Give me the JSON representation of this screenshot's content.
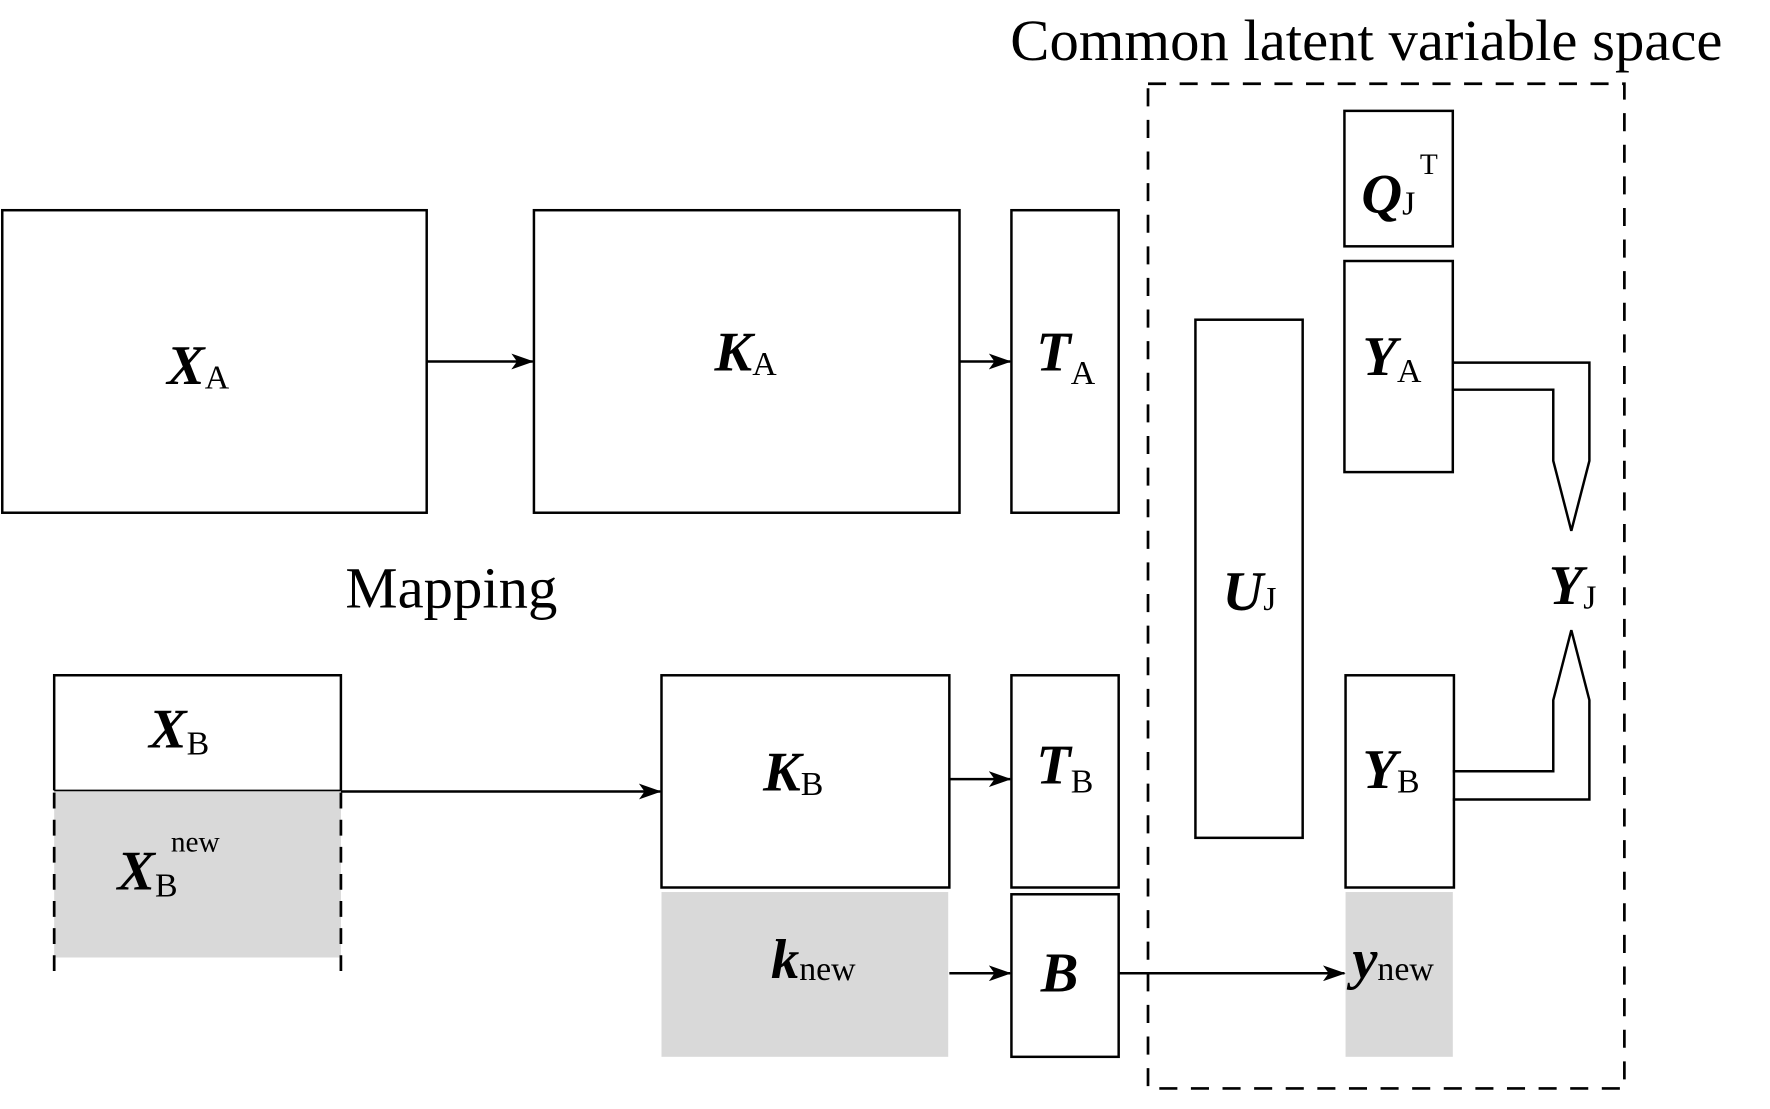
{
  "title": "Common latent variable space",
  "mapping_label": "Mapping",
  "colors": {
    "stroke": "#000000",
    "shaded_fill": "#d9d9d9",
    "background": "#ffffff"
  },
  "nodes": {
    "XA": {
      "symbol": "X",
      "sub": "A"
    },
    "KA": {
      "symbol": "K",
      "sub": "A"
    },
    "TA": {
      "symbol": "T",
      "sub": "A"
    },
    "QJ": {
      "symbol": "Q",
      "sub": "J",
      "sup": "T"
    },
    "YA": {
      "symbol": "Y",
      "sub": "A"
    },
    "UJ": {
      "symbol": "U",
      "sub": "J"
    },
    "YJ": {
      "symbol": "Y",
      "sub": "J"
    },
    "XB": {
      "symbol": "X",
      "sub": "B"
    },
    "XBnew": {
      "symbol": "X",
      "sub": "B",
      "sup": "new"
    },
    "KB": {
      "symbol": "K",
      "sub": "B"
    },
    "TB": {
      "symbol": "T",
      "sub": "B"
    },
    "YB": {
      "symbol": "Y",
      "sub": "B"
    },
    "knew": {
      "symbol": "k",
      "sub": "new"
    },
    "B": {
      "symbol": "B"
    },
    "ynew": {
      "symbol": "y",
      "sub": "new"
    }
  },
  "edges": [
    {
      "from": "XA",
      "to": "KA"
    },
    {
      "from": "KA",
      "to": "TA"
    },
    {
      "from": "XB",
      "to": "KB"
    },
    {
      "from": "KB",
      "to": "TB"
    },
    {
      "from": "knew",
      "to": "B"
    },
    {
      "from": "B",
      "to": "ynew"
    },
    {
      "from": "YA",
      "to": "YJ",
      "style": "block-arrow"
    },
    {
      "from": "YB",
      "to": "YJ",
      "style": "block-arrow"
    }
  ]
}
